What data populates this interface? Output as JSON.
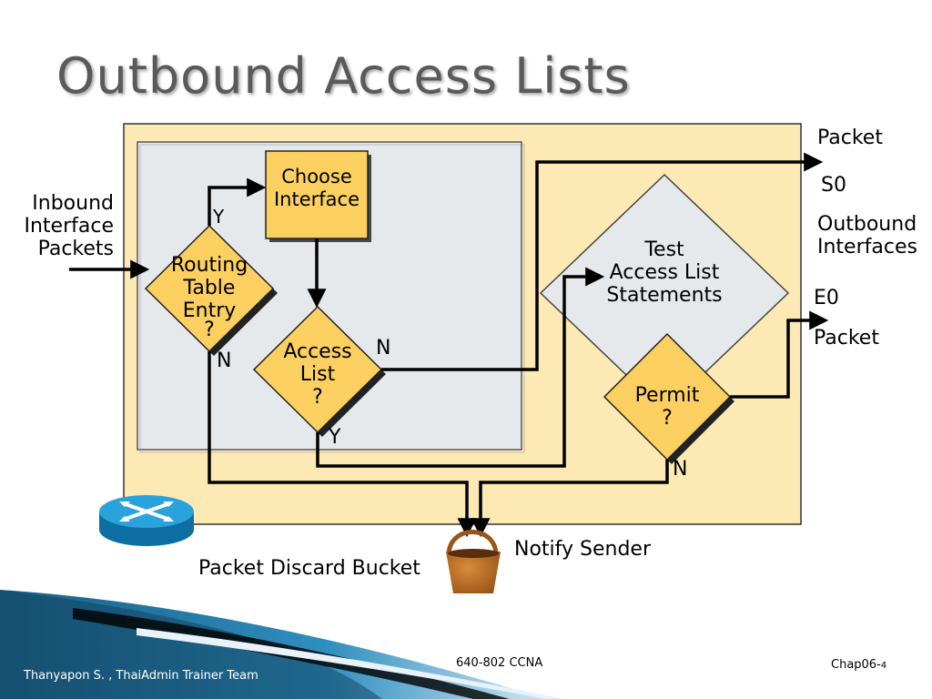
{
  "slide": {
    "title": "Outbound Access Lists",
    "footer": {
      "author": "Thanyapon S. , ThaiAdmin Trainer Team",
      "course": "640-802 CCNA",
      "chapter": "Chap06-",
      "page": "4"
    }
  },
  "diagram": {
    "inbound_label": [
      "Inbound",
      "Interface",
      "Packets"
    ],
    "choose_interface": [
      "Choose",
      "Interface"
    ],
    "routing_table_entry": [
      "Routing",
      "Table",
      "Entry",
      "?"
    ],
    "access_list_decision": [
      "Access",
      "List",
      "?"
    ],
    "test_statements": [
      "Test",
      "Access List",
      "Statements"
    ],
    "permit_decision": [
      "Permit",
      "?"
    ],
    "edge_labels": {
      "routing_yes": "Y",
      "routing_no": "N",
      "access_no": "N",
      "access_yes": "Y",
      "permit_no": "N"
    },
    "outputs": {
      "packet_top": "Packet",
      "s0": "S0",
      "outbound_interfaces": [
        "Outbound",
        "Interfaces"
      ],
      "e0": "E0",
      "packet_bottom": "Packet"
    },
    "notify_sender": "Notify Sender",
    "discard_bucket": "Packet Discard Bucket",
    "colors": {
      "outer_box": "#fde9b4",
      "inner_box": "#e6e9ec",
      "decision_fill": "#fcd060",
      "test_fill": "#e6e9ec",
      "bucket": "#b5651d",
      "router": "#1a8fc9",
      "title_text": "#5a5a5a"
    }
  }
}
